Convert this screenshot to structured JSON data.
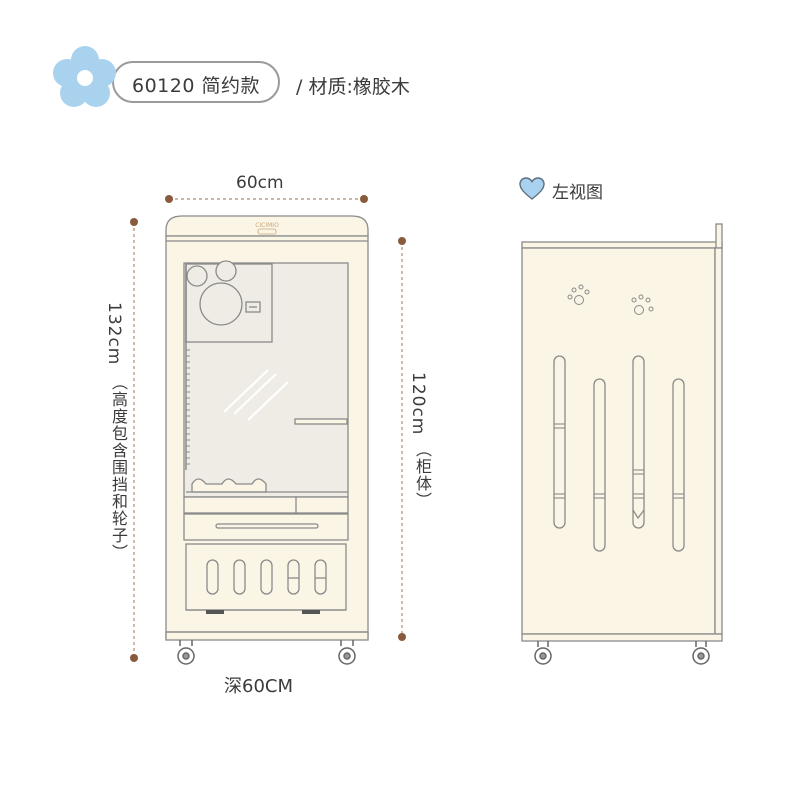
{
  "header": {
    "model": "60120 简约款",
    "material": "/ 材质:橡胶木"
  },
  "dimensions": {
    "width": "60cm",
    "total_height": "132cm",
    "total_height_note": "（高度包含围挡和轮子）",
    "cabinet_height": "120cm",
    "cabinet_height_note": "（柜体）",
    "depth": "深60CM"
  },
  "front_view": {
    "brand_text": "CICIMIO"
  },
  "side_view": {
    "title": "左视图"
  },
  "colors": {
    "cabinet_fill": "#fbf5e6",
    "outline": "#8a8a8a",
    "glass": "#eeece4",
    "dimension_dot": "#8a5a3c",
    "flower": "#a9d2ee",
    "heart": "#a9d2ee"
  },
  "icons": [
    "flower-icon",
    "heart-icon",
    "paw-print-icon"
  ]
}
